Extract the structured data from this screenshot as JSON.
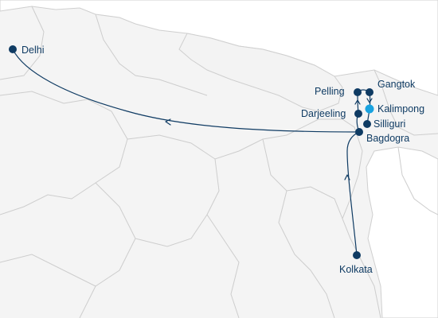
{
  "map": {
    "route_color": "#0f3b63",
    "current_stop_color": "#19a3e0",
    "stops": [
      {
        "id": "delhi",
        "label": "Delhi",
        "current": false
      },
      {
        "id": "pelling",
        "label": "Pelling",
        "current": false
      },
      {
        "id": "gangtok",
        "label": "Gangtok",
        "current": false
      },
      {
        "id": "kalimpong",
        "label": "Kalimpong",
        "current": true
      },
      {
        "id": "darjeeling",
        "label": "Darjeeling",
        "current": false
      },
      {
        "id": "silliguri",
        "label": "Silliguri",
        "current": false
      },
      {
        "id": "bagdogra",
        "label": "Bagdogra",
        "current": false
      },
      {
        "id": "kolkata",
        "label": "Kolkata",
        "current": false
      }
    ]
  }
}
